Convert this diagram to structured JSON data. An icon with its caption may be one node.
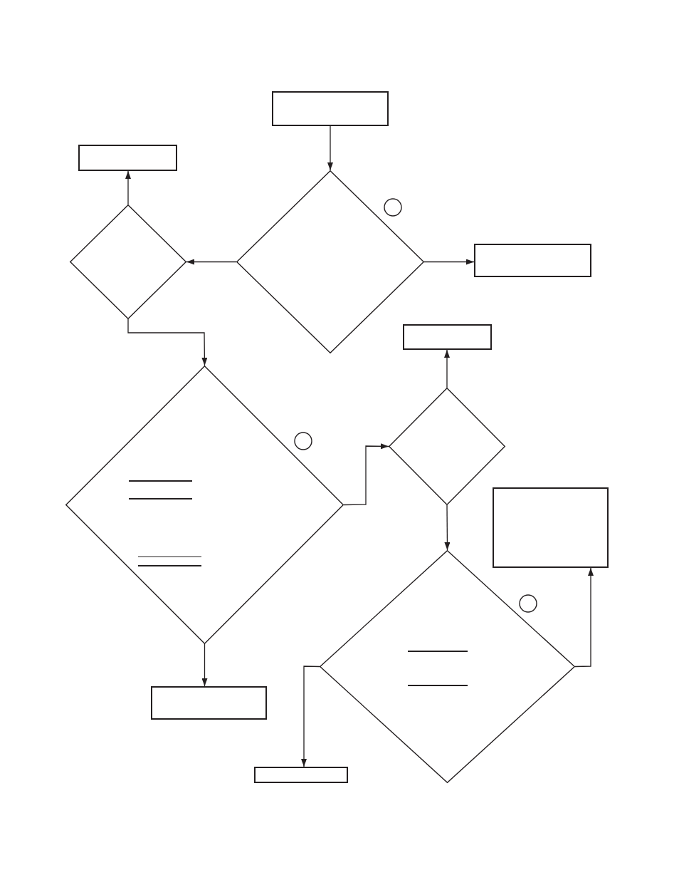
{
  "diagram": {
    "nodes": [
      {
        "text": [],
        "shape": "box"
      },
      {
        "text": [],
        "shape": "box"
      },
      {
        "text": [],
        "shape": "diamond"
      },
      {
        "text": [],
        "shape": "diamond"
      },
      {
        "text": [],
        "shape": "box"
      },
      {
        "text": [],
        "shape": "box"
      },
      {
        "text": [],
        "shape": "diamond"
      },
      {
        "text": [],
        "shape": "diamond"
      },
      {
        "text": [],
        "shape": "box"
      },
      {
        "text": [],
        "shape": "diamond"
      },
      {
        "text": [],
        "shape": "box"
      },
      {
        "text": [],
        "shape": "box"
      }
    ],
    "edges": [
      {
        "from": 0,
        "to": 2,
        "arrow": "to"
      },
      {
        "from": 2,
        "to": 3,
        "arrow": "to"
      },
      {
        "from": 2,
        "to": 4,
        "arrow": "to"
      },
      {
        "from": 3,
        "to": 1,
        "arrow": "to"
      },
      {
        "from": 3,
        "to": 6,
        "arrow": "to"
      },
      {
        "from": 6,
        "to": 7,
        "arrow": "to"
      },
      {
        "from": 7,
        "to": 5,
        "arrow": "to"
      },
      {
        "from": 7,
        "to": 9,
        "arrow": "to"
      },
      {
        "from": 6,
        "to": 10,
        "arrow": "to"
      },
      {
        "from": 9,
        "to": 11,
        "arrow": "to"
      },
      {
        "from": 9,
        "to": 8,
        "arrow": "to"
      }
    ]
  }
}
